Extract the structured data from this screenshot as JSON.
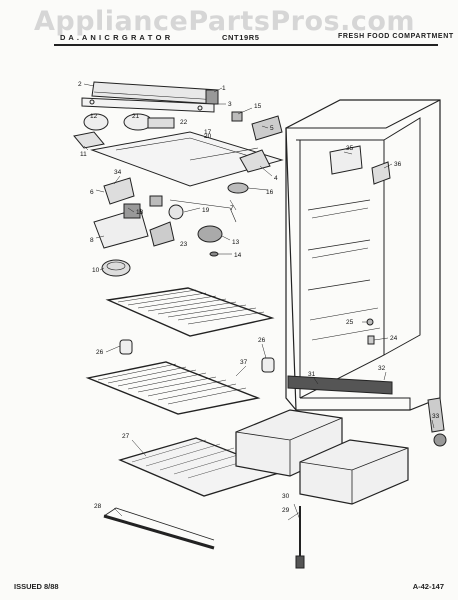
{
  "watermark": "AppliancePartsPros.com",
  "header": {
    "left": "D A . A N   I C  R  G  R A T O R",
    "model": "CNT19R5",
    "section": "FRESH FOOD COMPARTMENT"
  },
  "footer": {
    "issued": "ISSUED 8/88",
    "doc_number": "A-42-147"
  },
  "callouts": [
    "1",
    "2",
    "3",
    "4",
    "5",
    "6",
    "7",
    "8",
    "10",
    "11",
    "12",
    "13",
    "14",
    "15",
    "16",
    "17",
    "18",
    "19",
    "20",
    "21",
    "22",
    "23",
    "24",
    "25",
    "26",
    "26",
    "27",
    "28",
    "29",
    "30",
    "31",
    "32",
    "33",
    "34",
    "35",
    "36",
    "37"
  ]
}
